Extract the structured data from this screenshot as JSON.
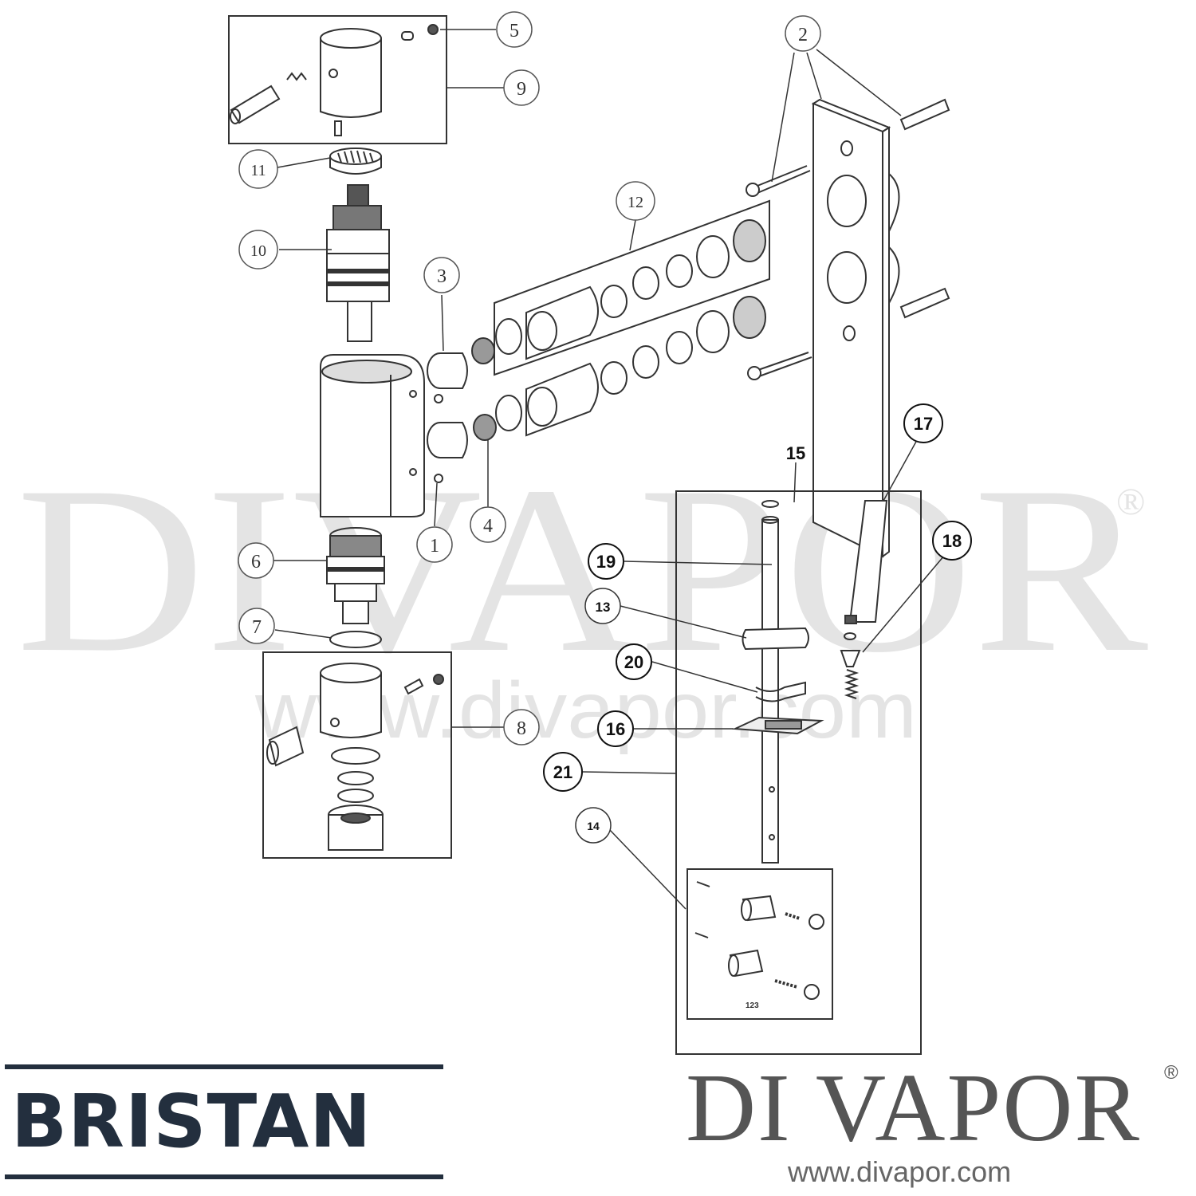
{
  "callouts": [
    {
      "label": "1"
    },
    {
      "label": "2"
    },
    {
      "label": "3"
    },
    {
      "label": "4"
    },
    {
      "label": "5"
    },
    {
      "label": "6"
    },
    {
      "label": "7"
    },
    {
      "label": "8"
    },
    {
      "label": "9"
    },
    {
      "label": "10"
    },
    {
      "label": "11"
    },
    {
      "label": "12"
    },
    {
      "label": "13"
    },
    {
      "label": "14"
    },
    {
      "label": "15"
    },
    {
      "label": "16"
    },
    {
      "label": "17"
    },
    {
      "label": "18"
    },
    {
      "label": "19"
    },
    {
      "label": "20"
    },
    {
      "label": "21"
    }
  ],
  "kit_code": "123",
  "watermark": {
    "main": "DIVAPOR",
    "registered": "®",
    "url": "www.divapor.com"
  },
  "branding": {
    "bristan": "BRISTAN",
    "divapor": "DI VAPOR",
    "divapor_registered": "®",
    "divapor_url": "www.divapor.com"
  },
  "colors": {
    "line": "#333333",
    "watermark": "#e6e6e6",
    "bristan_navy": "#232f3e",
    "divapor_gray": "#555555"
  }
}
